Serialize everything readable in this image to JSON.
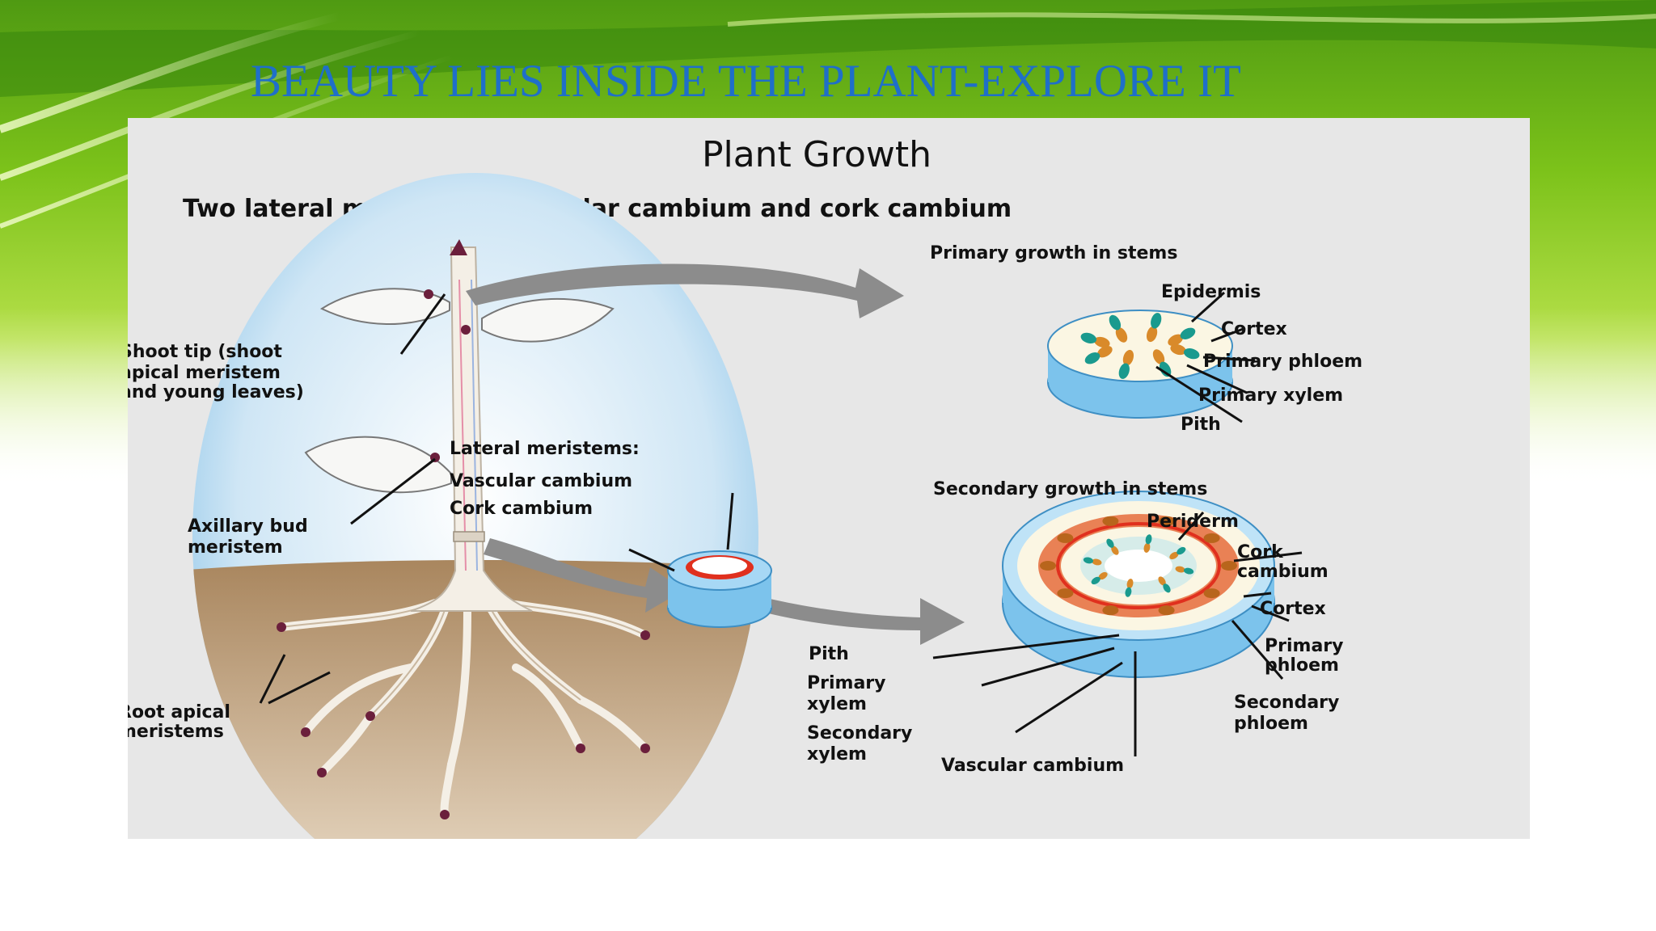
{
  "slide": {
    "title": "BEAUTY LIES INSIDE THE PLANT-EXPLORE IT"
  },
  "diagram": {
    "heading": "Plant Growth",
    "subheading": "Two lateral meristems: vascular cambium and cork cambium",
    "left_labels": {
      "shoot_tip_1": "Shoot tip (shoot",
      "shoot_tip_2": "apical meristem",
      "shoot_tip_3": "and young leaves)",
      "lateral": "Lateral meristems:",
      "vascular_cambium": "Vascular cambium",
      "cork_cambium": "Cork cambium",
      "axillary_1": "Axillary bud",
      "axillary_2": "meristem",
      "root_1": "Root apical",
      "root_2": "meristems"
    },
    "primary_panel": {
      "title": "Primary growth in stems",
      "epidermis": "Epidermis",
      "cortex": "Cortex",
      "primary_phloem": "Primary phloem",
      "primary_xylem": "Primary xylem",
      "pith": "Pith"
    },
    "secondary_panel": {
      "title": "Secondary growth in stems",
      "periderm": "Periderm",
      "cork_1": "Cork",
      "cork_2": "cambium",
      "cortex": "Cortex",
      "primary_phloem_1": "Primary",
      "primary_phloem_2": "phloem",
      "secondary_phloem_1": "Secondary",
      "secondary_phloem_2": "phloem",
      "pith": "Pith",
      "primary_xylem_1": "Primary",
      "primary_xylem_2": "xylem",
      "secondary_xylem_1": "Secondary",
      "secondary_xylem_2": "xylem",
      "vascular_cambium": "Vascular cambium"
    },
    "colors": {
      "title": "#1f6fc9",
      "panel": "#e7e7e7",
      "phloem": "#1a9a8e",
      "xylem": "#d98a2a",
      "cambium": "#e0301e",
      "stem_blue": "#7cc3ec"
    }
  }
}
